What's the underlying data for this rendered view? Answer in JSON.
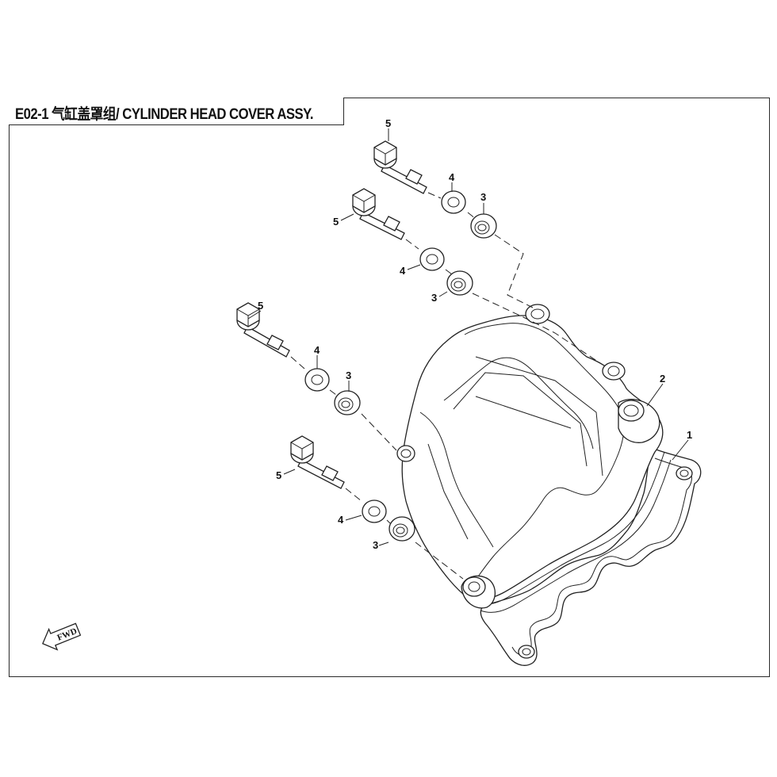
{
  "title": "E02-1 气缸盖罩组/ CYLINDER HEAD COVER ASSY.",
  "fwd_label": "FWD",
  "callouts": {
    "c1": "1",
    "c2": "2",
    "c3a": "3",
    "c3b": "3",
    "c3c": "3",
    "c3d": "3",
    "c4a": "4",
    "c4b": "4",
    "c4c": "4",
    "c4d": "4",
    "c5a": "5",
    "c5b": "5",
    "c5c": "5",
    "c5d": "5"
  },
  "colors": {
    "line": "#222222",
    "background": "#ffffff"
  }
}
